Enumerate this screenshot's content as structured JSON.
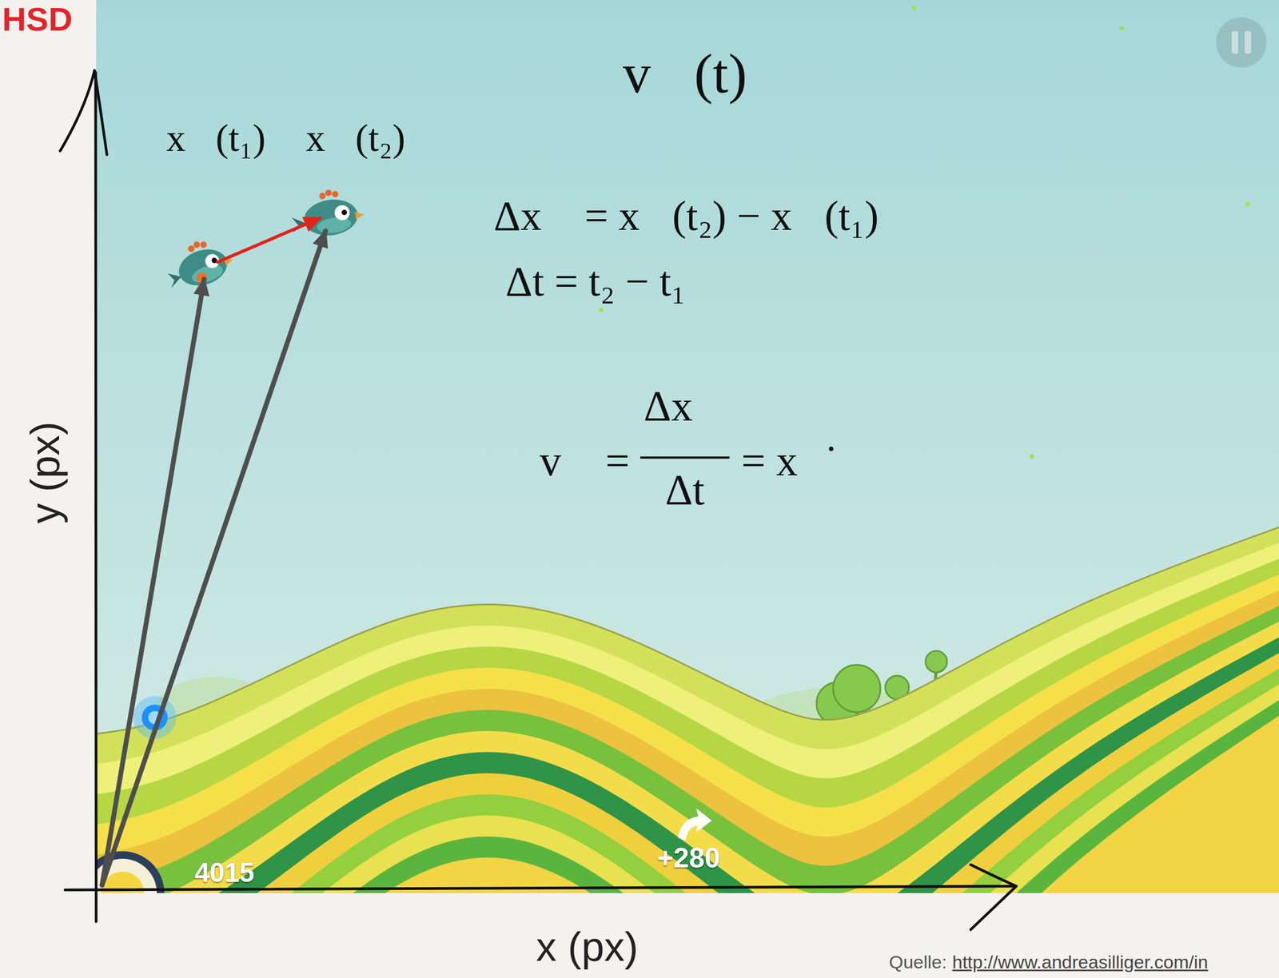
{
  "diagram": {
    "title": "v⃗(t)",
    "labels": [
      "HSD",
      "x⃗(t₁)",
      "x⃗(t₂)",
      "Δx⃗ = x⃗(t₂) − x⃗(t₁)",
      "Δt = t₂ − t₁",
      "v⃗ =",
      "Δx⃗",
      "Δt",
      "= x⃗̇",
      "y (px)",
      "x (px)",
      "4015",
      "+280",
      "Quelle:",
      "http://www.andreasilliger.com/in"
    ]
  }
}
